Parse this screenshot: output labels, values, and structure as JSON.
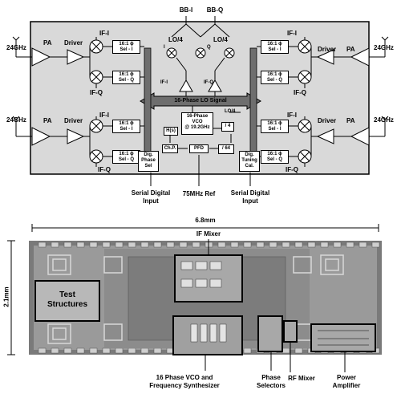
{
  "block_diagram": {
    "inputs_top": {
      "bb_i": "BB-I",
      "bb_q": "BB-Q"
    },
    "lo_div4_left": "LO/4",
    "lo_div4_right": "LO/4",
    "rf_freq_left_top": "24GHz",
    "rf_freq_left_bottom": "24GHz",
    "rf_freq_right_top": "24GHz",
    "rf_freq_right_bottom": "24GHz",
    "pa_label": "PA",
    "driver_label": "Driver",
    "if_i": "IF-I",
    "if_q": "IF-Q",
    "sel_i": [
      "16:1 ϕ",
      "Sel - I"
    ],
    "sel_q": [
      "16:1 ϕ",
      "Sel - Q"
    ],
    "lo_bus": "16-Phase LO Signal",
    "vco": [
      "16-Phase",
      "VCO",
      "@ 19.2GHz"
    ],
    "lo4_small": "LO/4",
    "div4": "/ 4",
    "div64": "/ 64",
    "hs": "H(s)",
    "chp": "Ch.P.",
    "pfd": "PFD",
    "dig_phase_sel": [
      "Dig.",
      "Phase",
      "Sel"
    ],
    "dig_tuning": [
      "Dig.",
      "Tuning",
      "Cal."
    ],
    "serial_left": [
      "Serial Digital",
      "Input"
    ],
    "ref": "75MHz Ref",
    "serial_right": [
      "Serial Digital",
      "Input"
    ],
    "mixer_i": "I",
    "mixer_q": "Q"
  },
  "chip_photo": {
    "width_label": "6.8mm",
    "height_label": "2.1mm",
    "if_mixer": "IF Mixer",
    "test_structures": [
      "Test",
      "Structures"
    ],
    "vco_label": [
      "16 Phase VCO and",
      "Frequency Synthesizer"
    ],
    "phase_selectors": [
      "Phase",
      "Selectors"
    ],
    "rf_mixer": "RF Mixer",
    "power_amplifier": [
      "Power",
      "Amplifier"
    ]
  }
}
